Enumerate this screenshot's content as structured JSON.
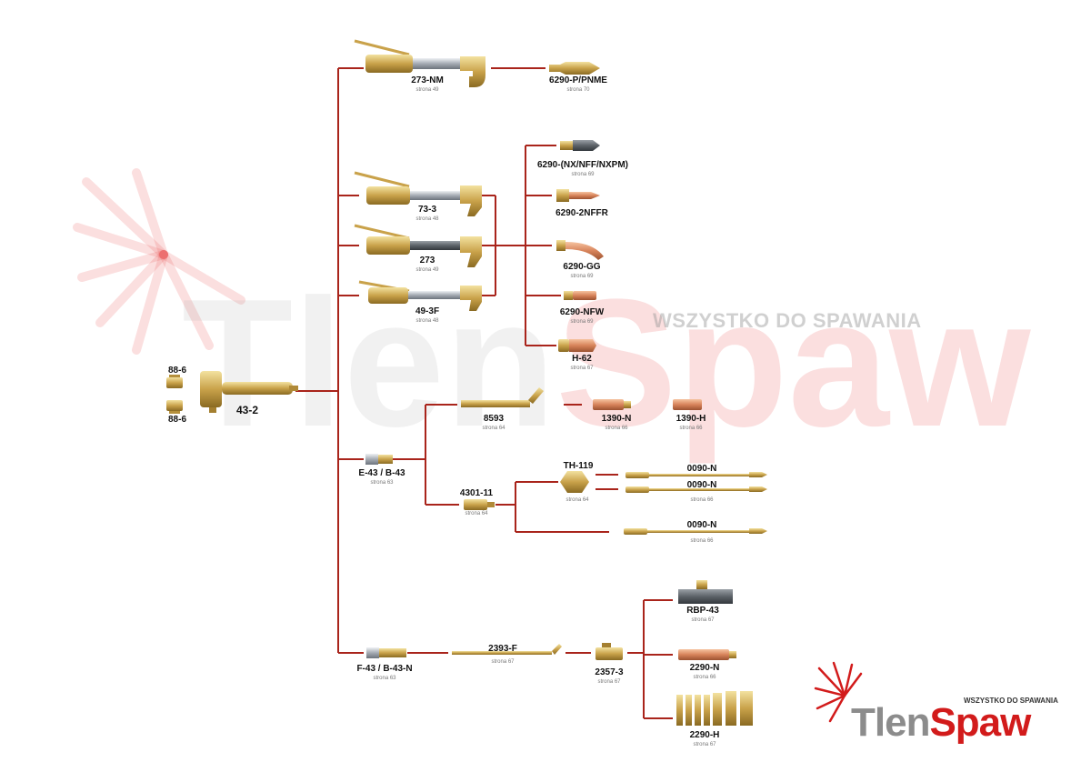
{
  "watermark": {
    "tagline": "WSZYSTKO DO SPAWANIA",
    "brand_part1": "Tlen",
    "brand_part2": "Spaw"
  },
  "logo": {
    "tagline": "WSZYSTKO DO SPAWANIA",
    "brand_part1": "Tlen",
    "brand_part2": "Spaw"
  },
  "colors": {
    "connector": "#a9241b",
    "brass": "#cfae55",
    "copper": "#d98b5f",
    "chrome": "#a7adb4",
    "brand_red": "#d21b1b",
    "brand_gray": "#8c8c8c"
  },
  "parts": {
    "p8862a": {
      "code": "88-6",
      "page": ""
    },
    "p8862b": {
      "code": "88-6",
      "page": ""
    },
    "p432": {
      "code": "43-2",
      "page": ""
    },
    "p273nm": {
      "code": "273-NM",
      "page": "strona 49"
    },
    "p6290p": {
      "code": "6290-P/PNME",
      "page": "strona 70"
    },
    "p733": {
      "code": "73-3",
      "page": "strona 48"
    },
    "p273": {
      "code": "273",
      "page": "strona 49"
    },
    "p493f": {
      "code": "49-3F",
      "page": "strona 48"
    },
    "p6290nx": {
      "code": "6290-(NX/NFF/NXPM)",
      "page": "strona 69"
    },
    "p62902n": {
      "code": "6290-2NFFR",
      "page": ""
    },
    "p6290gg": {
      "code": "6290-GG",
      "page": "strona 69"
    },
    "p6290nfw": {
      "code": "6290-NFW",
      "page": "strona 69"
    },
    "ph62": {
      "code": "H-62",
      "page": "strona 67"
    },
    "p8593": {
      "code": "8593",
      "page": "strona 64"
    },
    "p1390n": {
      "code": "1390-N",
      "page": "strona 66"
    },
    "p1390h": {
      "code": "1390-H",
      "page": "strona 66"
    },
    "pe43": {
      "code": "E-43 / B-43",
      "page": "strona 63"
    },
    "p4301": {
      "code": "4301-11",
      "page": "strona 64"
    },
    "pth119": {
      "code": "TH-119",
      "page": "strona 64"
    },
    "p0090a": {
      "code": "0090-N",
      "page": ""
    },
    "p0090b": {
      "code": "0090-N",
      "page": "strona 66"
    },
    "p0090c": {
      "code": "0090-N",
      "page": "strona 66"
    },
    "prbp43": {
      "code": "RBP-43",
      "page": "strona 67"
    },
    "pf43": {
      "code": "F-43 / B-43-N",
      "page": "strona 63"
    },
    "p2393f": {
      "code": "2393-F",
      "page": "strona 67"
    },
    "p23573": {
      "code": "2357-3",
      "page": "strona 67"
    },
    "p2290n": {
      "code": "2290-N",
      "page": "strona 66"
    },
    "p2290h": {
      "code": "2290-H",
      "page": "strona 67"
    }
  }
}
